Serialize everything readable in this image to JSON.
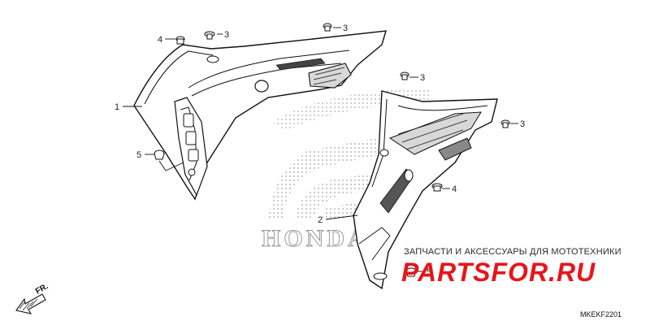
{
  "callouts": [
    {
      "label": "1"
    },
    {
      "label": "2"
    },
    {
      "label": "3"
    },
    {
      "label": "3"
    },
    {
      "label": "3"
    },
    {
      "label": "3"
    },
    {
      "label": "4"
    },
    {
      "label": "4"
    },
    {
      "label": "5"
    },
    {
      "label": "5"
    }
  ],
  "watermark": {
    "brand": "HONDA",
    "subtitle": "ЗАПЧАСТИ И АКСЕССУАРЫ ДЛЯ МОТОТЕХНИКИ",
    "site": "PARTSFOR.RU",
    "color": "#e8141b"
  },
  "direction": {
    "label": "FR."
  },
  "diagram_code": "MKEKF2201"
}
